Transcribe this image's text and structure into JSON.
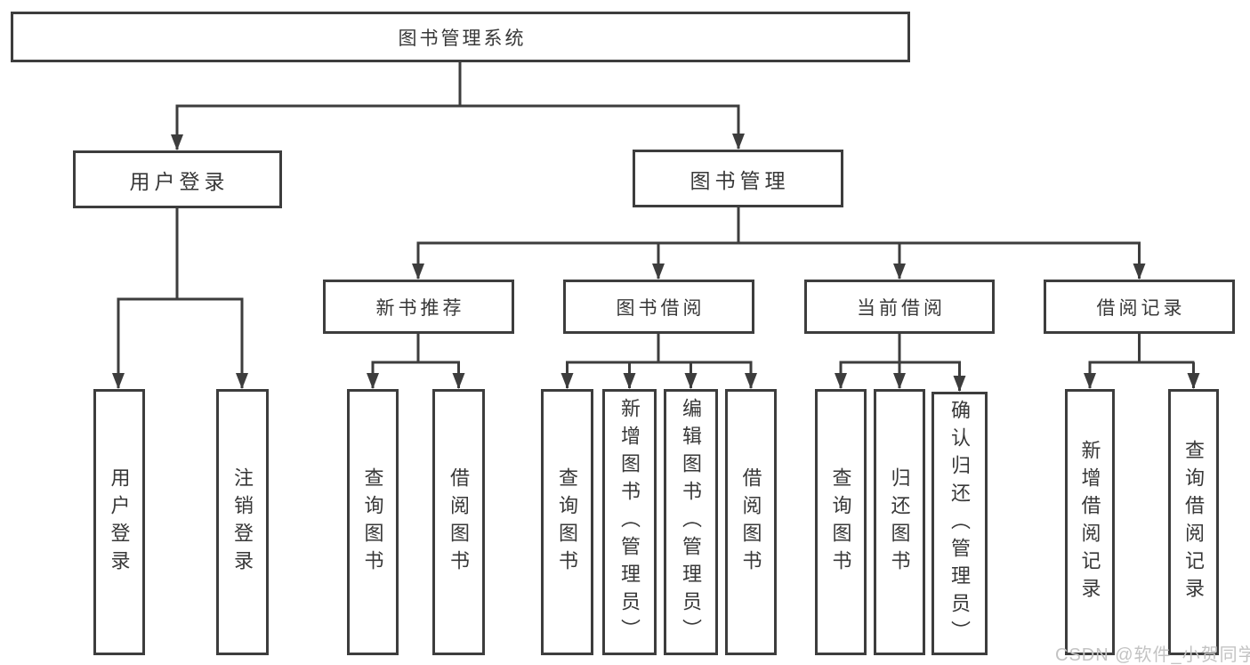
{
  "diagram": {
    "root": "图书管理系统",
    "branches": [
      {
        "label": "用户登录",
        "children": [
          "用户登录",
          "注销登录"
        ]
      },
      {
        "label": "图书管理",
        "sections": [
          {
            "label": "新书推荐",
            "children": [
              "查询图书",
              "借阅图书"
            ]
          },
          {
            "label": "图书借阅",
            "children": [
              "查询图书",
              "新增图书（管理员）",
              "编辑图书（管理员）",
              "借阅图书"
            ]
          },
          {
            "label": "当前借阅",
            "children": [
              "查询图书",
              "归还图书",
              "确认归还（管理员）"
            ]
          },
          {
            "label": "借阅记录",
            "children": [
              "新增借阅记录",
              "查询借阅记录"
            ]
          }
        ]
      }
    ],
    "watermark": "CSDN @软件_小贺同学",
    "colors": {
      "line": "#3d3d3d",
      "text": "#383838",
      "watermark": "#c3c3c3"
    }
  }
}
